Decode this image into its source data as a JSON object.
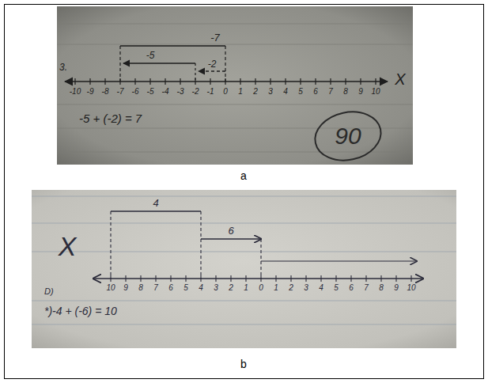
{
  "diagram": {
    "labels": [
      "3.",
      "-7",
      "-5",
      "-2",
      "-10",
      "-9",
      "-8",
      "-7",
      "-6",
      "-5",
      "-4",
      "-3",
      "-2",
      "-1",
      "0",
      "1",
      "2",
      "3",
      "4",
      "5",
      "6",
      "7",
      "8",
      "9",
      "10",
      "-5 + (-2) = 7",
      "90",
      "X",
      "a",
      "X",
      "4",
      "6",
      "D)",
      "10",
      "9",
      "8",
      "7",
      "6",
      "5",
      "4",
      "3",
      "2",
      "1",
      "0",
      "1",
      "2",
      "3",
      "4",
      "5",
      "6",
      "7",
      "8",
      "9",
      "10",
      "*)-4 + (-6) = 10",
      "b"
    ]
  }
}
